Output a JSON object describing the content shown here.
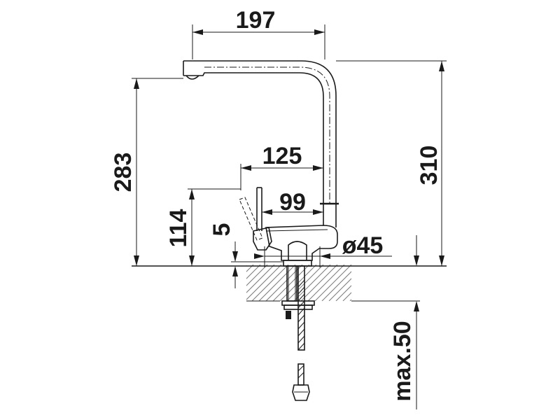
{
  "dimensions": {
    "spout_reach": "197",
    "total_height": "310",
    "spout_height": "283",
    "lever_reach": "125",
    "body_reach": "99",
    "lever_height": "114",
    "base_offset": "5",
    "base_diameter": "ø45",
    "max_thickness": "max.50"
  }
}
